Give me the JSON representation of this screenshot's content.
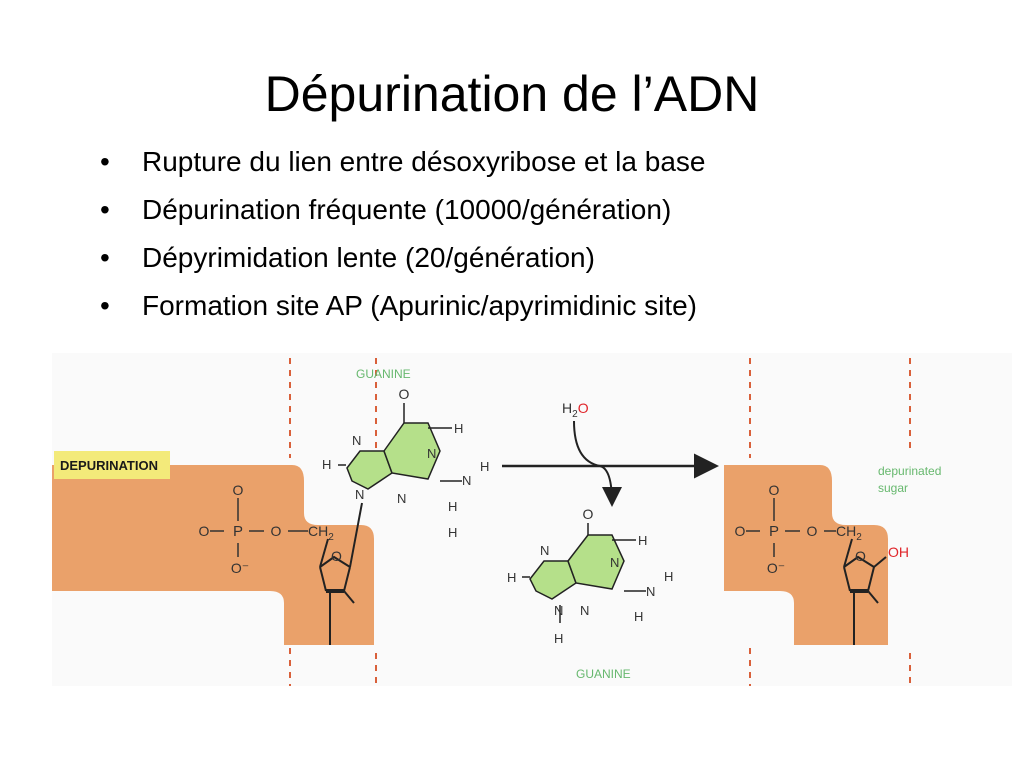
{
  "slide": {
    "title": "Dépurination de l’ADN",
    "bullet_symbol": "•",
    "bullets": [
      "Rupture du lien entre désoxyribose et la base",
      "Dépurination fréquente (10000/génération)",
      "Dépyrimidation lente (20/génération)",
      "Formation site AP (Apurinic/apyrimidinic site)"
    ]
  },
  "figure": {
    "process_label": "DEPURINATION",
    "guanine_top_label": "GUANINE",
    "guanine_bottom_label": "GUANINE",
    "reagent_h": "H",
    "reagent_sub": "2",
    "reagent_o": "O",
    "depurinated_label_line1": "depurinated",
    "depurinated_label_line2": "sugar",
    "hydroxyl_label": "OH",
    "atoms": {
      "O": "O",
      "O_minus": "O⁻",
      "P": "P",
      "CH2": "CH",
      "CH2_sub": "2",
      "N": "N",
      "H": "H"
    },
    "colors": {
      "sugar_block": "#eaa16a",
      "purine_ring": "#b5e08a",
      "label_highlight": "#f3ea7a",
      "green_label": "#67b86e",
      "red_accent": "#e0252a",
      "dashed_line": "#d9603a"
    }
  }
}
